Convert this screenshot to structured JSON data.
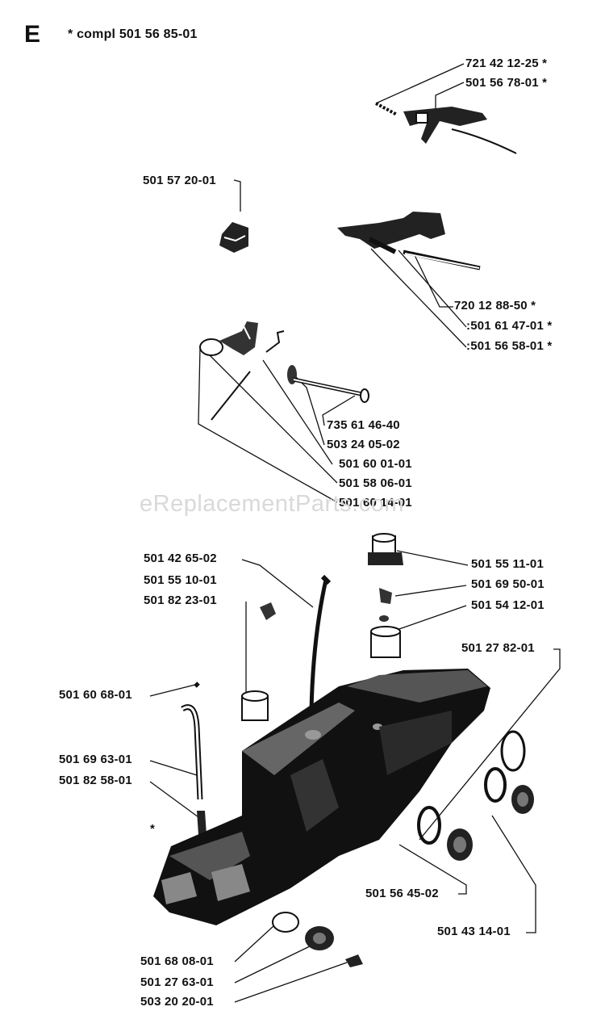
{
  "section_letter": "E",
  "assembly_note": "* compl 501 56 85-01",
  "watermark": "eReplacementParts.com",
  "parts": {
    "p721421225": "721 42 12-25 *",
    "p501567801": "501 56 78-01 *",
    "p501572001": "501 57 20-01",
    "p720128850": "720 12 88-50 *",
    "p501614701": ":501 61 47-01 *",
    "p501565801": ":501 56 58-01 *",
    "p735614640": "735 61 46-40",
    "p503240502": "503 24 05-02",
    "p501600101": "501 60 01-01",
    "p501580601": "501 58 06-01",
    "p501601401": "501 60 14-01",
    "p501426502": "501 42 65-02",
    "p501551001": "501 55 10-01",
    "p501822301": "501 82 23-01",
    "p501551101": "501 55 11-01",
    "p501695001": "501 69 50-01",
    "p501541201": "501 54 12-01",
    "p501278201": "501 27 82-01",
    "p501606801": "501 60 68-01",
    "p501696301": "501 69 63-01",
    "p501825801": "501 82 58-01",
    "p501564502": "501 56 45-02",
    "p501431401": "501 43 14-01",
    "p501680801": "501 68 08-01",
    "p501276301": "501 27 63-01",
    "p503202001": "503 20 20-01",
    "asterisk": "*"
  }
}
